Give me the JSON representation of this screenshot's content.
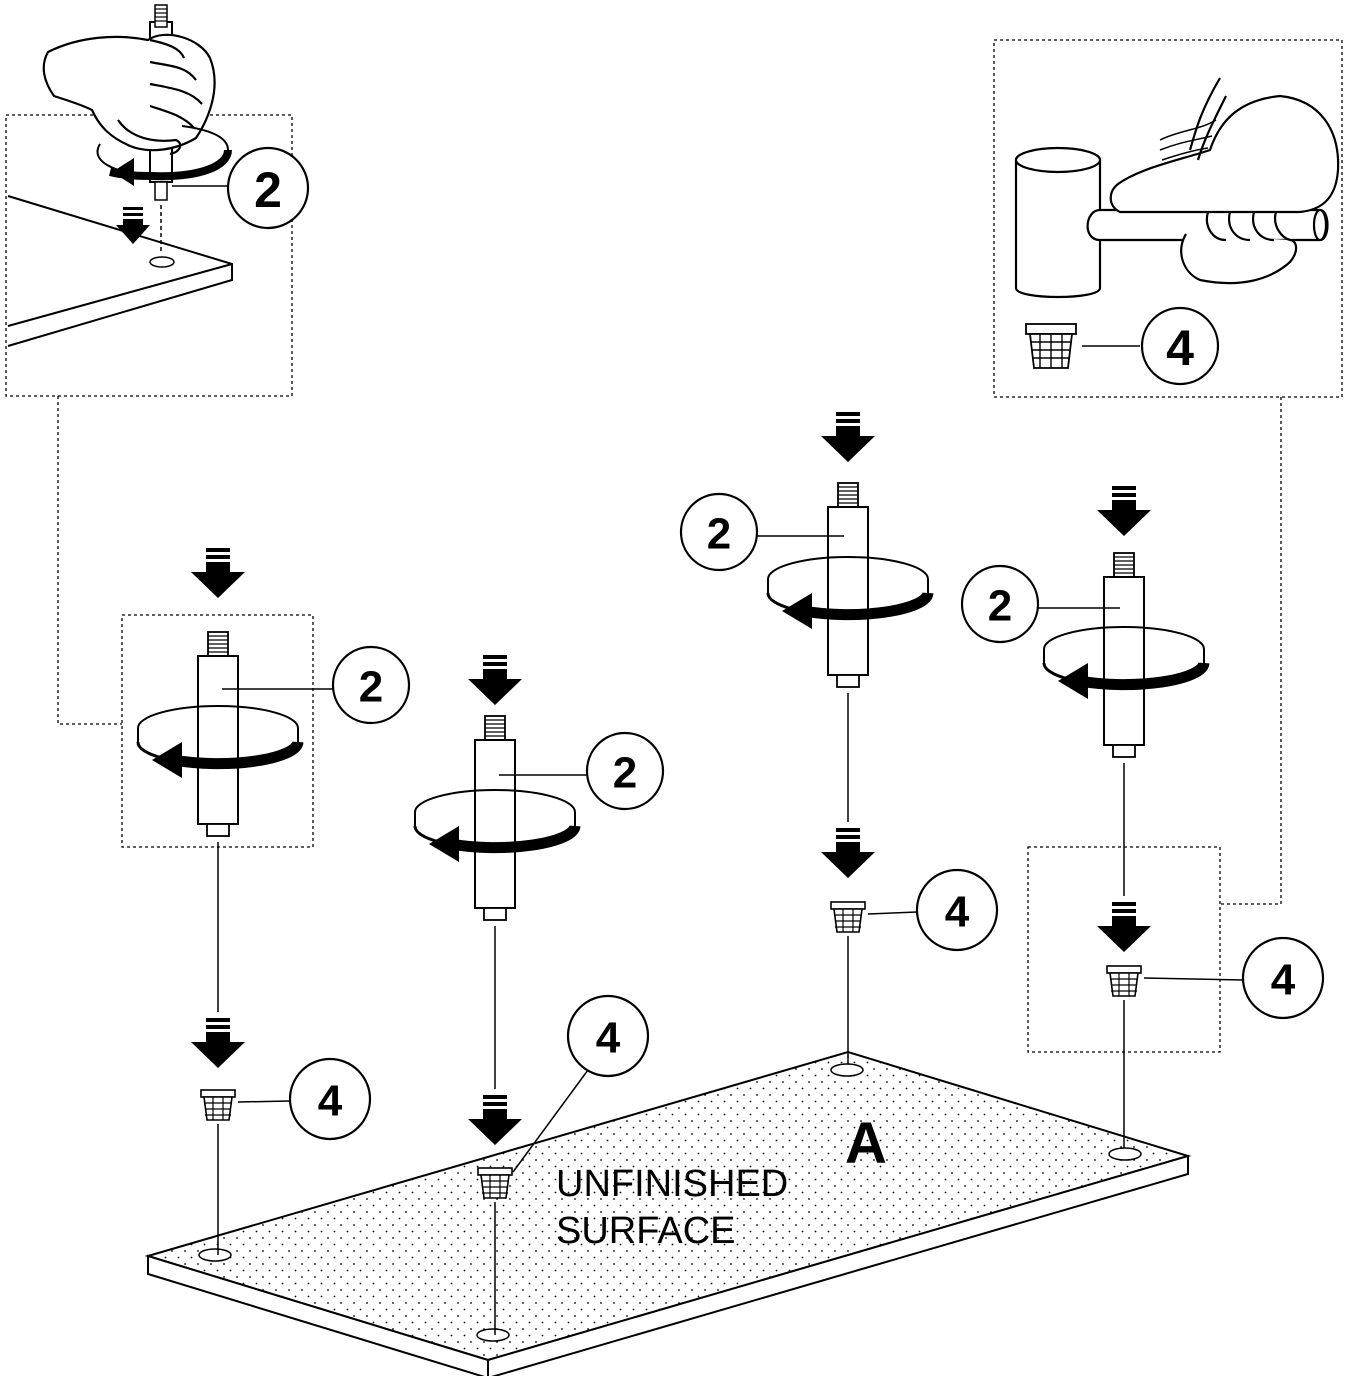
{
  "part_letter": "A",
  "surface_label": {
    "line1": "UNFINISHED",
    "line2": "SURFACE"
  },
  "callouts": {
    "leg_part": "2",
    "glide_part": "4"
  },
  "icons": {
    "hand": "hand-turning-icon",
    "mallet": "rubber-mallet-icon",
    "rotation": "rotation-arrow-icon",
    "push_down": "push-down-arrow-icon",
    "leg": "threaded-leg-icon",
    "glide": "glide-insert-icon"
  },
  "colors": {
    "ink": "#000000",
    "paper": "#ffffff"
  }
}
